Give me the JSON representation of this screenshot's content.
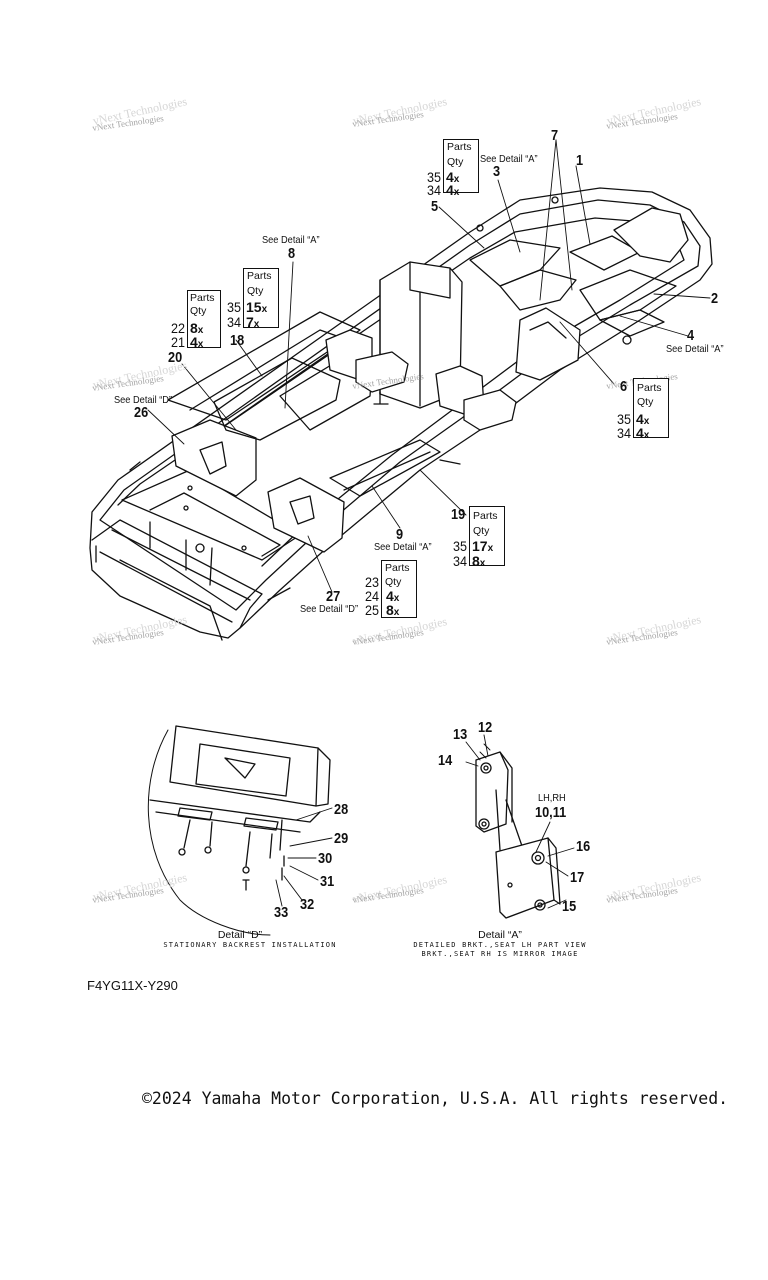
{
  "watermark": "vNext Technologies",
  "diagram_code": "F4YG11X-Y290",
  "copyright": "©2024 Yamaha Motor Corporation, U.S.A. All rights reserved.",
  "see_detail_a": "See Detail “A”",
  "see_detail_d": "See Detail “D”",
  "parts_label": "Parts",
  "qty_label": "Qty",
  "callouts": {
    "p1": "1",
    "p2": "2",
    "p3": "3",
    "p4": "4",
    "p5": "5",
    "p6": "6",
    "p7": "7",
    "p8": "8",
    "p9": "9",
    "p1011": "10,11",
    "p12": "12",
    "p13": "13",
    "p14": "14",
    "p15": "15",
    "p16": "16",
    "p17": "17",
    "p18": "18",
    "p19": "19",
    "p20": "20",
    "p26": "26",
    "p27": "27",
    "p28": "28",
    "p29": "29",
    "p30": "30",
    "p31": "31",
    "p32": "32",
    "p33": "33"
  },
  "qty_tables": {
    "t3": [
      {
        "part": "35",
        "qty": "4"
      },
      {
        "part": "34",
        "qty": "4"
      }
    ],
    "t8": [
      {
        "part": "35",
        "qty": "15"
      },
      {
        "part": "34",
        "qty": "7"
      }
    ],
    "t20": [
      {
        "part": "22",
        "qty": "8"
      },
      {
        "part": "21",
        "qty": "4"
      }
    ],
    "t6": [
      {
        "part": "35",
        "qty": "4"
      },
      {
        "part": "34",
        "qty": "4"
      }
    ],
    "t19": [
      {
        "part": "35",
        "qty": "17"
      },
      {
        "part": "34",
        "qty": "8"
      }
    ],
    "t27": [
      {
        "part": "23",
        "qty": "4"
      },
      {
        "part": "24",
        "qty": "4"
      },
      {
        "part": "25",
        "qty": "8"
      }
    ]
  },
  "qty_suffix": "x",
  "lh_rh": "LH,RH",
  "detail_d": {
    "title": "Detail “D”",
    "subtitle": "STATIONARY BACKREST INSTALLATION"
  },
  "detail_a": {
    "title": "Detail “A”",
    "subtitle_1": "DETAILED BRKT.,SEAT LH PART VIEW",
    "subtitle_2": "BRKT.,SEAT RH IS MIRROR IMAGE"
  }
}
